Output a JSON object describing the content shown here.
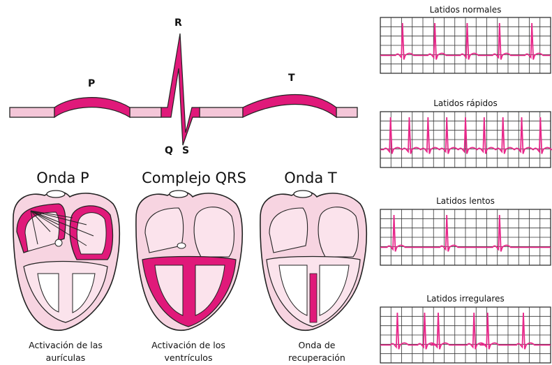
{
  "waveform": {
    "labels": {
      "p": "P",
      "r": "R",
      "t": "T",
      "q": "Q",
      "s": "S"
    }
  },
  "hearts": [
    {
      "title": "Onda P",
      "caption_line1": "Activación de las",
      "caption_line2": "aurículas"
    },
    {
      "title": "Complejo QRS",
      "caption_line1": "Activación de los",
      "caption_line2": "ventrículos"
    },
    {
      "title": "Onda T",
      "caption_line1": "Onda de",
      "caption_line2": "recuperación"
    }
  ],
  "strips": [
    {
      "title": "Latidos normales"
    },
    {
      "title": "Latidos rápidos"
    },
    {
      "title": "Latidos lentos"
    },
    {
      "title": "Latidos irregulares"
    }
  ],
  "colors": {
    "pink_light": "#f4c6d8",
    "pink_fill": "#f7d4e1",
    "magenta": "#e0197a",
    "trace": "#e8288a",
    "outline": "#222222"
  }
}
